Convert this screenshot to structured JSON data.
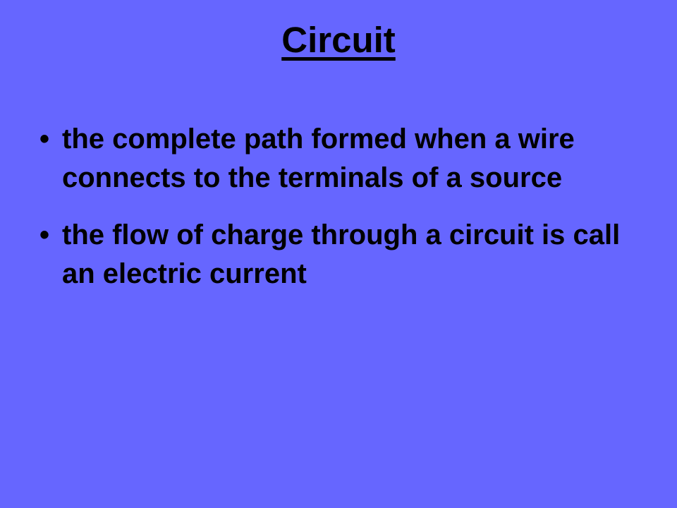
{
  "slide": {
    "title": "Circuit",
    "bullets": [
      "the complete path formed when a wire connects to the terminals of a source",
      "the flow of charge through a circuit is call an electric current"
    ]
  },
  "colors": {
    "background": "#6666ff",
    "text": "#000000"
  },
  "icons": {
    "bullet": "bullet-icon"
  }
}
